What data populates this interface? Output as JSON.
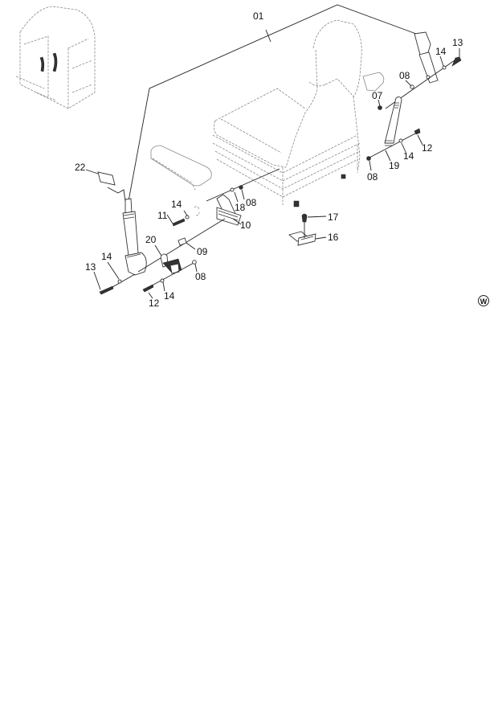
{
  "title": "Operator seat and seat belt assembly — exploded parts view",
  "view_marker": "W",
  "callouts": [
    {
      "id": "c01",
      "text": "01"
    },
    {
      "id": "c13a",
      "text": "13"
    },
    {
      "id": "c14a",
      "text": "14"
    },
    {
      "id": "c08a",
      "text": "08"
    },
    {
      "id": "c07",
      "text": "07"
    },
    {
      "id": "c12a",
      "text": "12"
    },
    {
      "id": "c14b",
      "text": "14"
    },
    {
      "id": "c19",
      "text": "19"
    },
    {
      "id": "c08b",
      "text": "08"
    },
    {
      "id": "c22",
      "text": "22"
    },
    {
      "id": "c14c",
      "text": "14"
    },
    {
      "id": "c18",
      "text": "18"
    },
    {
      "id": "c08c",
      "text": "08"
    },
    {
      "id": "c11",
      "text": "11"
    },
    {
      "id": "c10",
      "text": "10"
    },
    {
      "id": "c17",
      "text": "17"
    },
    {
      "id": "c16",
      "text": "16"
    },
    {
      "id": "c20",
      "text": "20"
    },
    {
      "id": "c09",
      "text": "09"
    },
    {
      "id": "c13b",
      "text": "13"
    },
    {
      "id": "c14d",
      "text": "14"
    },
    {
      "id": "c08d",
      "text": "08"
    },
    {
      "id": "c12b",
      "text": "12"
    },
    {
      "id": "c14e",
      "text": "14"
    }
  ]
}
